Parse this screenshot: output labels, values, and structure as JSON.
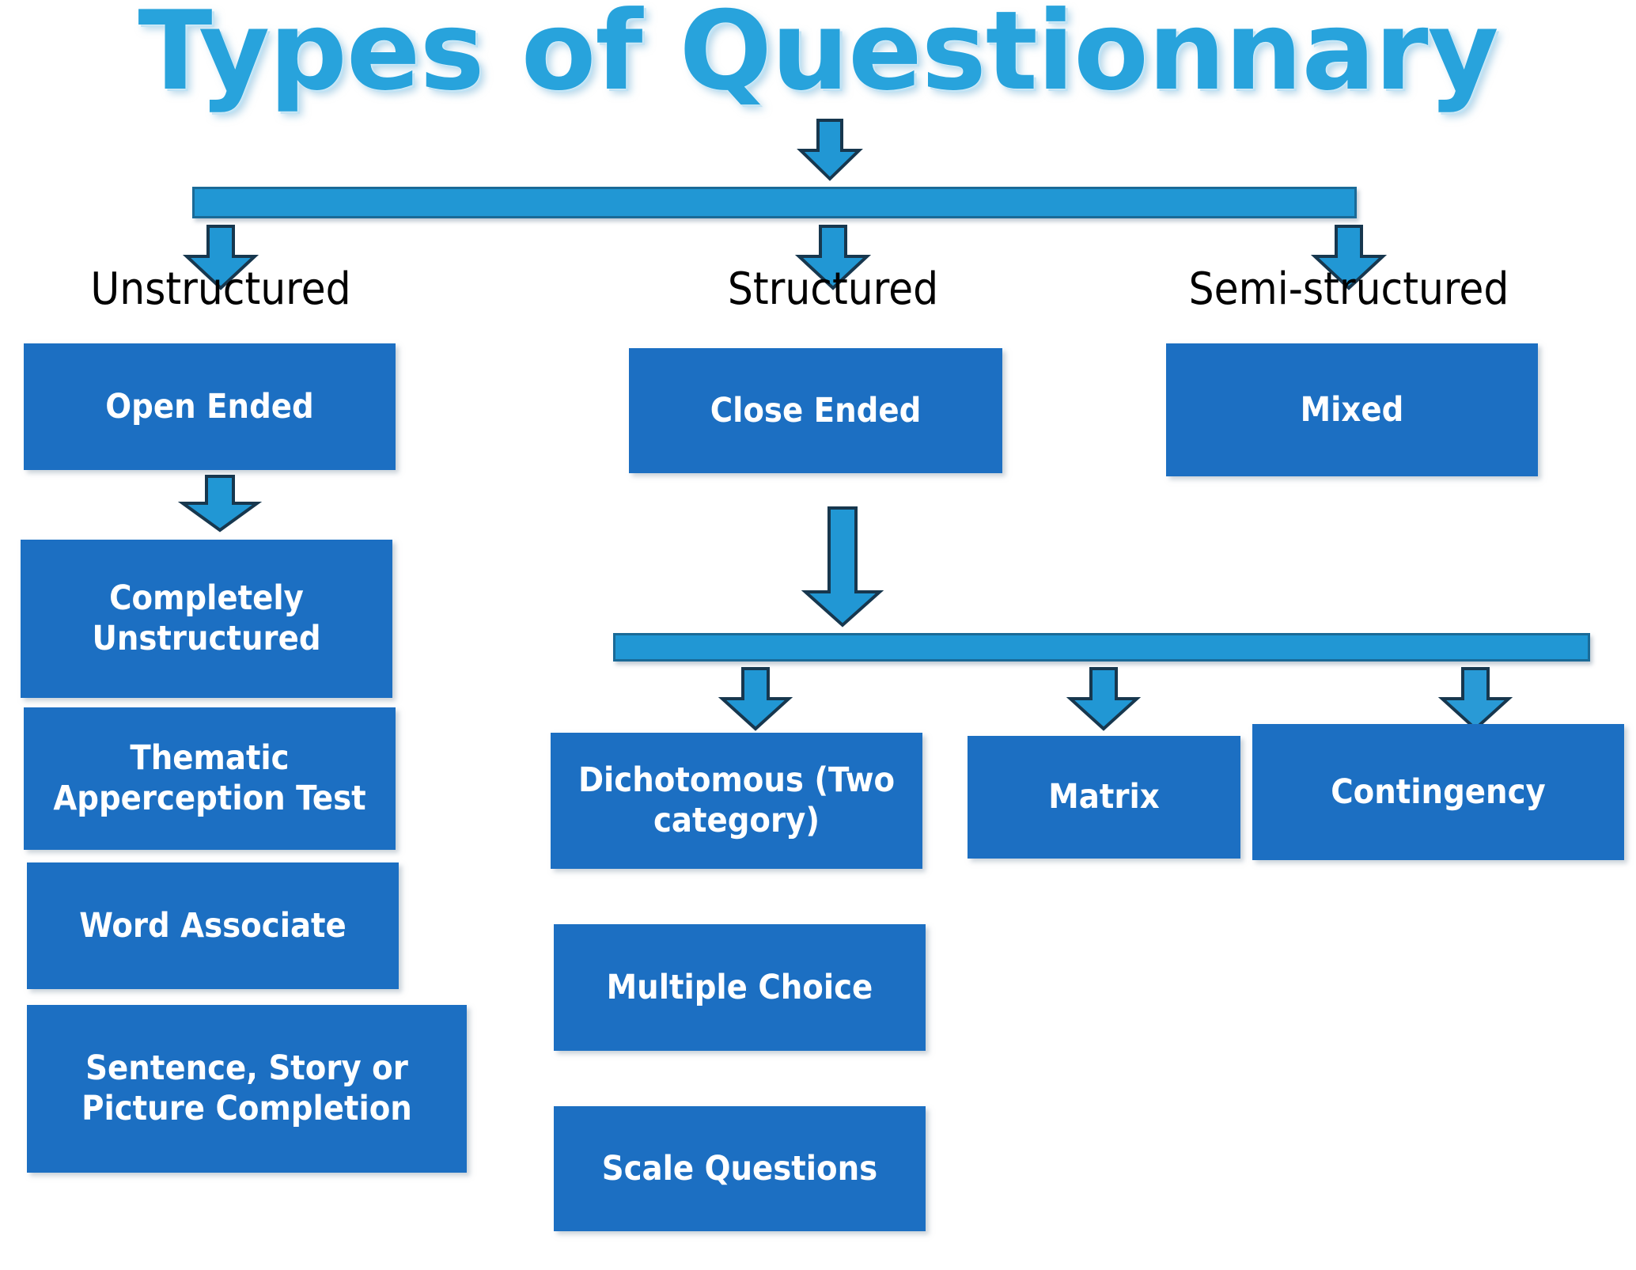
{
  "page": {
    "title": "Types of Questionnary",
    "background_color": "#ffffff"
  },
  "colors": {
    "title_blue": "#28a3dc",
    "connector_blue": "#2197d4",
    "connector_border": "#1a6a97",
    "box_blue": "#1c6fc2",
    "box_text": "#ffffff",
    "label_text": "#000000"
  },
  "tier_labels": [
    {
      "label": "Unstructured"
    },
    {
      "label": "Structured"
    },
    {
      "label": "Semi-structured"
    }
  ],
  "boxes": {
    "open_ended": "Open Ended",
    "close_ended": "Close Ended",
    "mixed": "Mixed",
    "completely_unstructured": "Completely\nUnstructured",
    "thematic_apperception_test": "Thematic\nApperception Test",
    "word_associate": "Word Associate",
    "sentence_story_picture_completion": "Sentence, Story or\nPicture Completion",
    "dichotomous": "Dichotomous (Two\ncategory)",
    "multiple_choice": "Multiple Choice",
    "scale_questions": "Scale Questions",
    "matrix": "Matrix",
    "contingency": "Contingency"
  },
  "icons": {
    "down_arrow": "down-arrow-icon",
    "connector_bar": "horizontal-connector-bar"
  }
}
